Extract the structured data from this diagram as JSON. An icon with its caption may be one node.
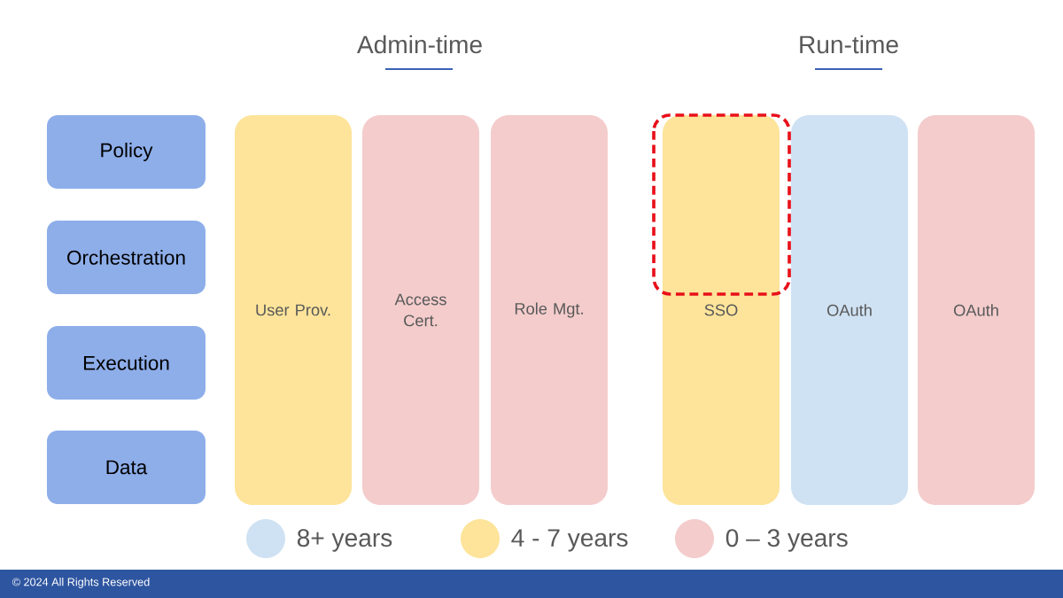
{
  "diagram": {
    "nodes": [
      {
        "text": [
          "Policy"
        ]
      },
      {
        "text": [
          "Orchestration"
        ]
      },
      {
        "text": [
          "Execution"
        ]
      },
      {
        "text": [
          "Data"
        ]
      },
      {
        "text": [
          "User Prov."
        ]
      },
      {
        "text": [
          "Access Cert."
        ]
      },
      {
        "text": [
          "Role Mgt."
        ]
      },
      {
        "text": [
          "SSO"
        ]
      },
      {
        "text": [
          "OAuth"
        ]
      },
      {
        "text": [
          "OAuth"
        ]
      }
    ],
    "edges": [],
    "labels": [
      "Admin-time",
      "Run-time",
      "© 2024 All Rights Reserved"
    ],
    "legend": [
      {
        "text": "8+ years",
        "color": "#cfe2f3"
      },
      {
        "text": "4 - 7 years",
        "color": "#fde49a"
      },
      {
        "text": "0 – 3 years",
        "color": "#f4cccc"
      }
    ]
  }
}
